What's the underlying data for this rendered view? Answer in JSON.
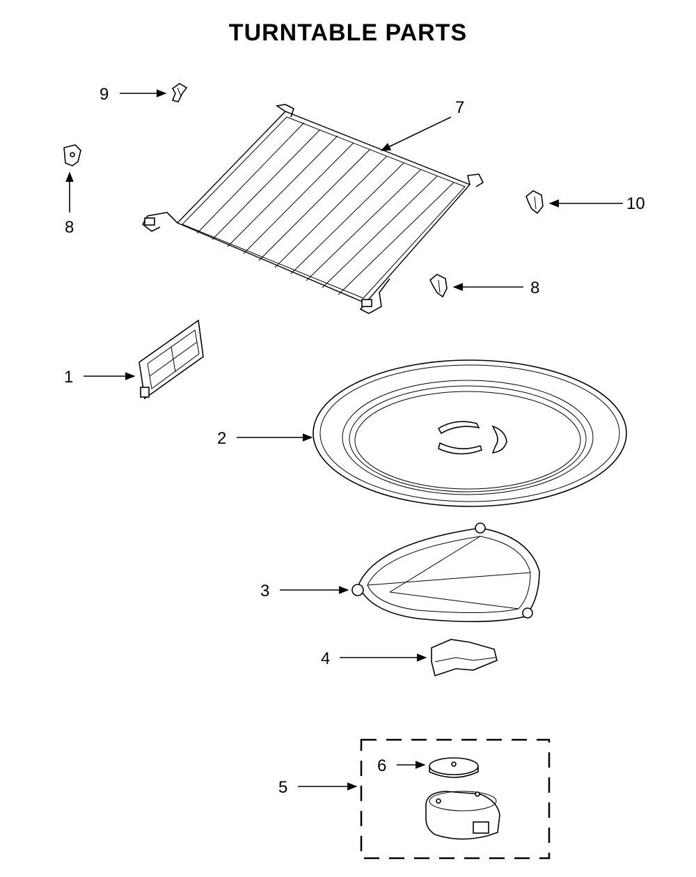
{
  "title": "TURNTABLE PARTS",
  "callouts": {
    "c1": "1",
    "c2": "2",
    "c3": "3",
    "c4": "4",
    "c5": "5",
    "c6": "6",
    "c7": "7",
    "c8a": "8",
    "c8b": "8",
    "c9": "9",
    "c10": "10"
  },
  "colors": {
    "ink": "#000000",
    "background": "#ffffff"
  }
}
